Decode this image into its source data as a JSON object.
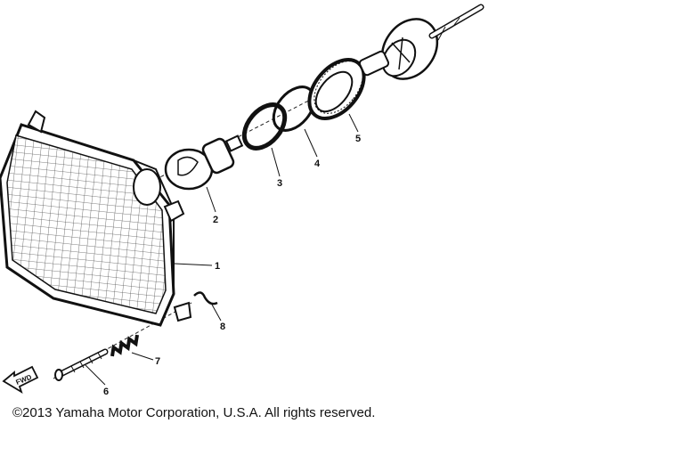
{
  "diagram": {
    "callouts": [
      {
        "id": "1",
        "part": "headlight-lens-unit"
      },
      {
        "id": "2",
        "part": "bulb"
      },
      {
        "id": "3",
        "part": "seal-ring"
      },
      {
        "id": "4",
        "part": "retaining-ring"
      },
      {
        "id": "5",
        "part": "bulb-cover"
      },
      {
        "id": "6",
        "part": "adjusting-screw"
      },
      {
        "id": "7",
        "part": "spring"
      },
      {
        "id": "8",
        "part": "clip"
      }
    ],
    "direction_arrow": "FWD",
    "colors": {
      "ink": "#111111",
      "background": "#ffffff"
    }
  },
  "footer": {
    "copyright": "©2013 Yamaha Motor Corporation, U.S.A. All rights reserved."
  }
}
